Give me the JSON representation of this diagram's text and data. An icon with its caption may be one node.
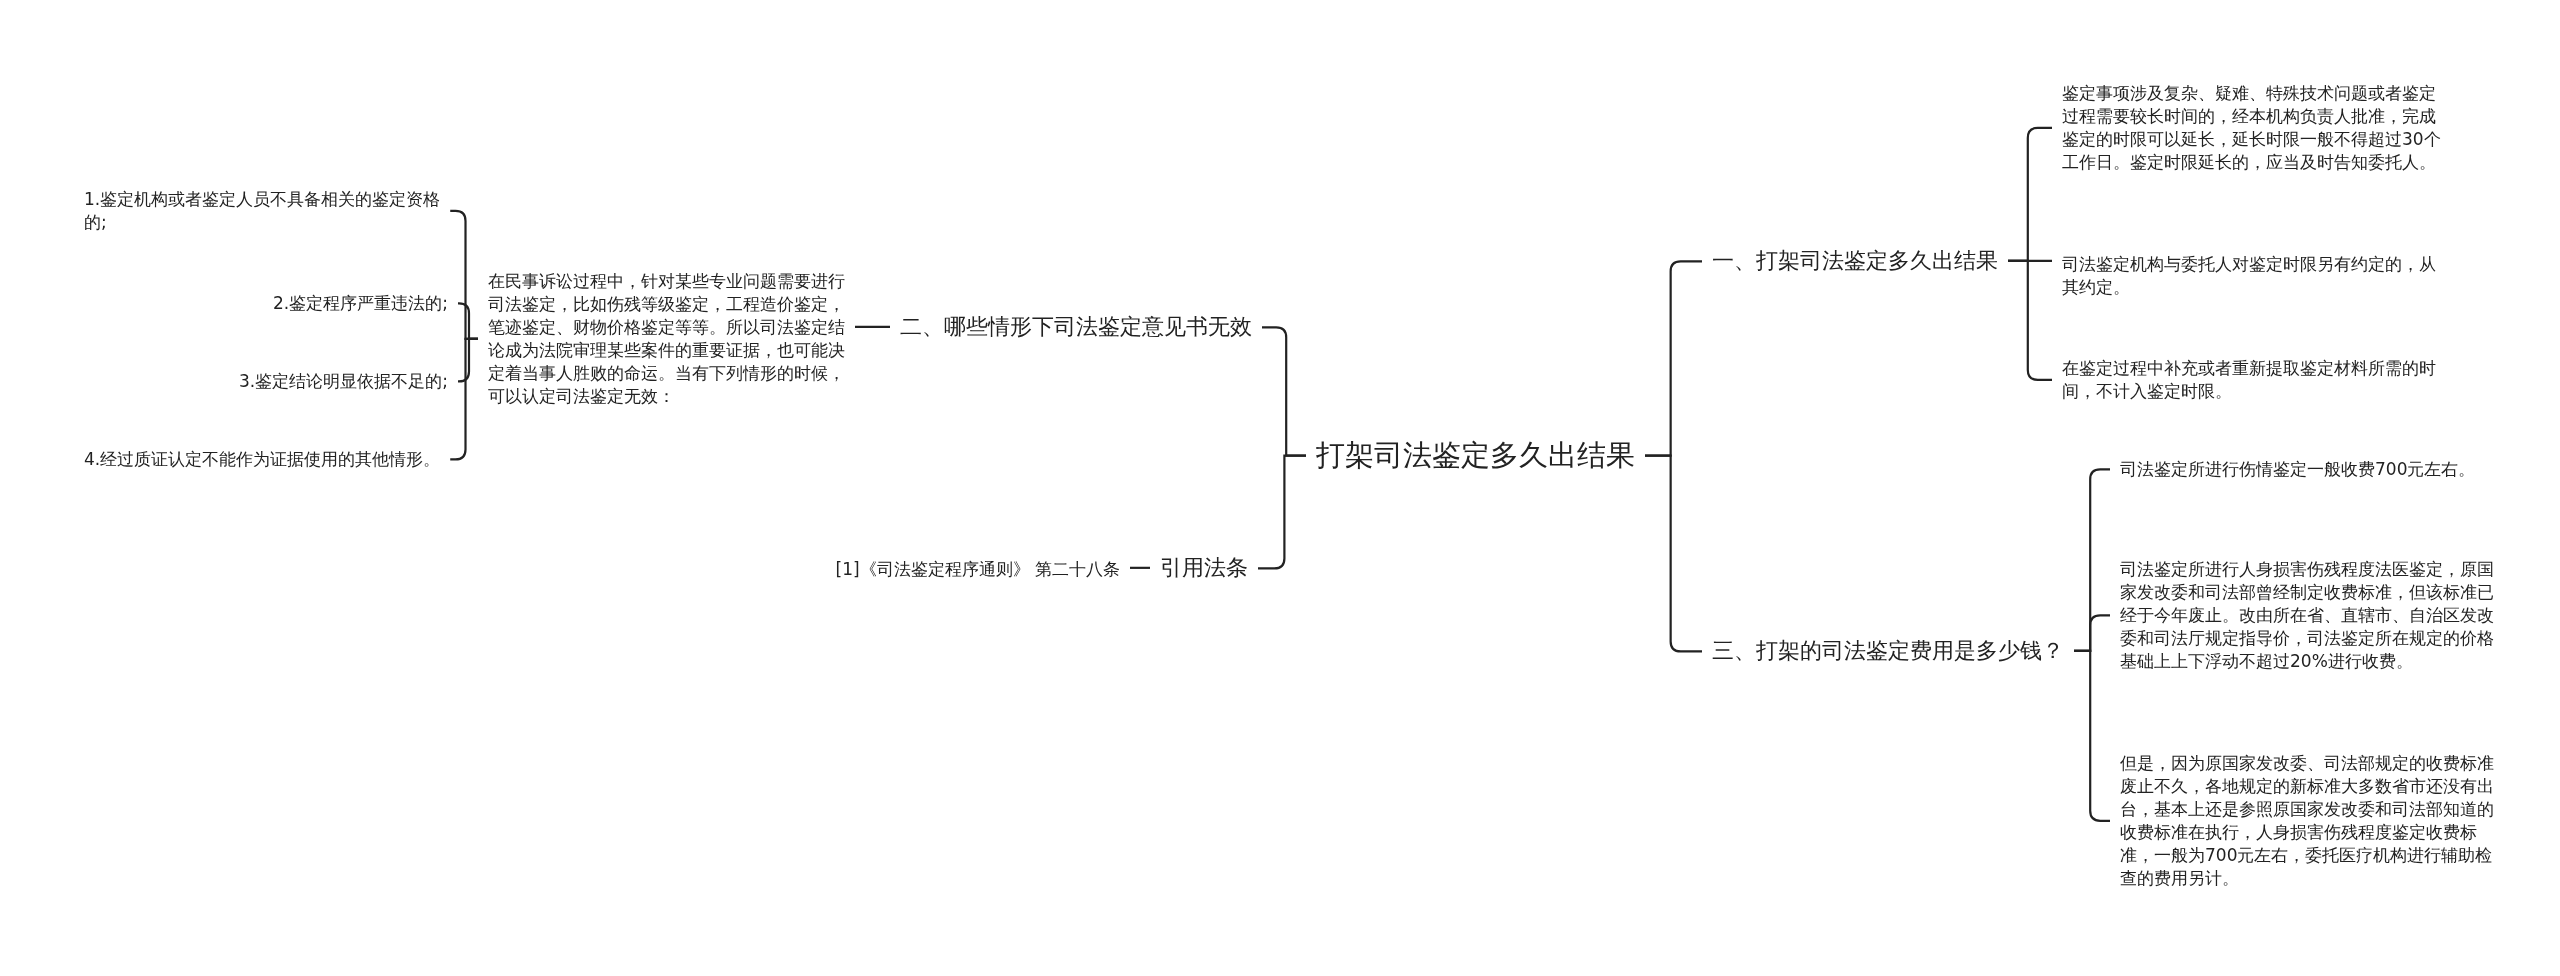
{
  "diagram": {
    "nodes": [
      {
        "text": [
          "打架司法鉴定多久出结果"
        ]
      },
      {
        "text": [
          "一、打架司法鉴定多久出结果"
        ]
      },
      {
        "text": [
          "鉴定事项涉及复杂、疑难、特殊技术问题或者鉴定过程需要较长时间的，经本机构负责人批准，完成鉴定的时限可以延长，延长时限一般不得超过30个工作日。鉴定时限延长的，应当及时告知委托人。"
        ]
      },
      {
        "text": [
          "司法鉴定机构与委托人对鉴定时限另有约定的，从其约定。"
        ]
      },
      {
        "text": [
          "在鉴定过程中补充或者重新提取鉴定材料所需的时间，不计入鉴定时限。"
        ]
      },
      {
        "text": [
          "三、打架的司法鉴定费用是多少钱？"
        ]
      },
      {
        "text": [
          "司法鉴定所进行伤情鉴定一般收费700元左右。"
        ]
      },
      {
        "text": [
          "司法鉴定所进行人身损害伤残程度法医鉴定，原国家发改委和司法部曾经制定收费标准，但该标准已经于今年废止。改由所在省、直辖市、自治区发改委和司法厅规定指导价，司法鉴定所在规定的价格基础上上下浮动不超过20%进行收费。"
        ]
      },
      {
        "text": [
          "但是，因为原国家发改委、司法部规定的收费标准废止不久，各地规定的新标准大多数省市还没有出台，基本上还是参照原国家发改委和司法部知道的收费标准在执行，人身损害伤残程度鉴定收费标准，一般为700元左右，委托医疗机构进行辅助检查的费用另计。"
        ]
      },
      {
        "text": [
          "二、哪些情形下司法鉴定意见书无效"
        ]
      },
      {
        "text": [
          "在民事诉讼过程中，针对某些专业问题需要进行司法鉴定，比如伤残等级鉴定，工程造价鉴定，笔迹鉴定、财物价格鉴定等等。所以司法鉴定结论成为法院审理某些案件的重要证据，也可能决定着当事人胜败的命运。当有下列情形的时候，可以认定司法鉴定无效："
        ]
      },
      {
        "text": [
          "1.鉴定机构或者鉴定人员不具备相关的鉴定资格的;"
        ]
      },
      {
        "text": [
          "2.鉴定程序严重违法的;"
        ]
      },
      {
        "text": [
          "3.鉴定结论明显依据不足的;"
        ]
      },
      {
        "text": [
          "4.经过质证认定不能作为证据使用的其他情形。"
        ]
      },
      {
        "text": [
          "引用法条"
        ]
      },
      {
        "text": [
          "[1]《司法鉴定程序通则》 第二十八条"
        ]
      }
    ],
    "edges": [
      {
        "from": 0,
        "to": 1,
        "arrow": "none"
      },
      {
        "from": 1,
        "to": 2,
        "arrow": "none"
      },
      {
        "from": 1,
        "to": 3,
        "arrow": "none"
      },
      {
        "from": 1,
        "to": 4,
        "arrow": "none"
      },
      {
        "from": 0,
        "to": 5,
        "arrow": "none"
      },
      {
        "from": 5,
        "to": 6,
        "arrow": "none"
      },
      {
        "from": 5,
        "to": 7,
        "arrow": "none"
      },
      {
        "from": 5,
        "to": 8,
        "arrow": "none"
      },
      {
        "from": 0,
        "to": 9,
        "arrow": "none"
      },
      {
        "from": 9,
        "to": 10,
        "arrow": "none"
      },
      {
        "from": 10,
        "to": 11,
        "arrow": "none"
      },
      {
        "from": 10,
        "to": 12,
        "arrow": "none"
      },
      {
        "from": 10,
        "to": 13,
        "arrow": "none"
      },
      {
        "from": 10,
        "to": 14,
        "arrow": "none"
      },
      {
        "from": 0,
        "to": 15,
        "arrow": "none"
      },
      {
        "from": 15,
        "to": 16,
        "arrow": "none"
      }
    ]
  }
}
